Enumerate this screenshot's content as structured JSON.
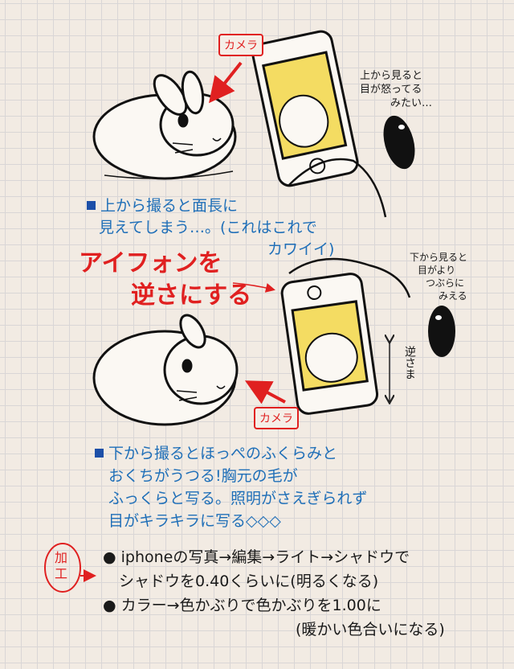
{
  "top_section": {
    "camera_label": "カメラ",
    "eye_note": [
      "上から見ると",
      "目が怒ってる",
      "みたい…"
    ],
    "description": [
      "上から撮ると面長に",
      "見えてしまう…。(これはこれで",
      "カワイイ)"
    ]
  },
  "middle_heading": [
    "アイフォンを",
    "逆さにする"
  ],
  "bottom_section": {
    "camera_label": "カメラ",
    "eye_note": [
      "下から見ると",
      "目がより",
      "つぶらに",
      "みえる"
    ],
    "upside_down_label": "逆さま",
    "description": [
      "下から撮るとほっぺのふくらみと",
      "おくちがうつる!胸元の毛が",
      "ふっくらと写る。照明がさえぎられず",
      "目がキラキラに写る◇◇◇"
    ]
  },
  "editing": {
    "badge": [
      "加",
      "工"
    ],
    "steps": [
      [
        "iphoneの写真→編集→ライト→シャドウで",
        "シャドウを0.40くらいに(明るくなる)"
      ],
      [
        "カラー→色かぶりで色かぶりを1.00に",
        "(暖かい色合いになる)"
      ]
    ]
  },
  "colors": {
    "paper": "#f2ebe3",
    "red_ink": "#e02020",
    "blue_ink": "#1f6fb8",
    "screen_yellow": "#f4dc62"
  }
}
